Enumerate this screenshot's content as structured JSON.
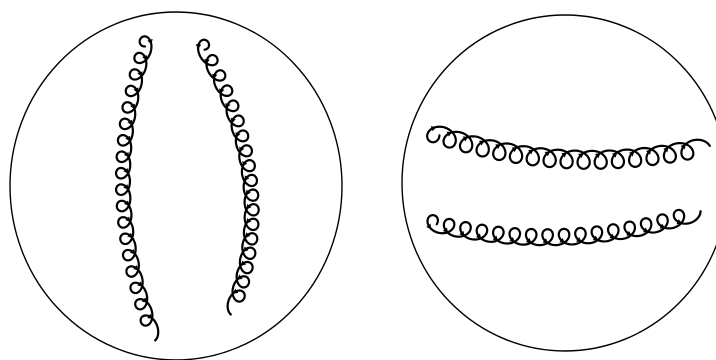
{
  "figure": {
    "panels": [
      {
        "id": "left",
        "seams": [
          {
            "id": "seam-left",
            "loops": 18
          },
          {
            "id": "seam-right",
            "loops": 18
          }
        ]
      },
      {
        "id": "right",
        "seams": [
          {
            "id": "seam-top",
            "loops": 16
          },
          {
            "id": "seam-bottom",
            "loops": 16
          }
        ]
      }
    ],
    "colors": {
      "stroke": "#000000",
      "background": "#ffffff"
    }
  }
}
